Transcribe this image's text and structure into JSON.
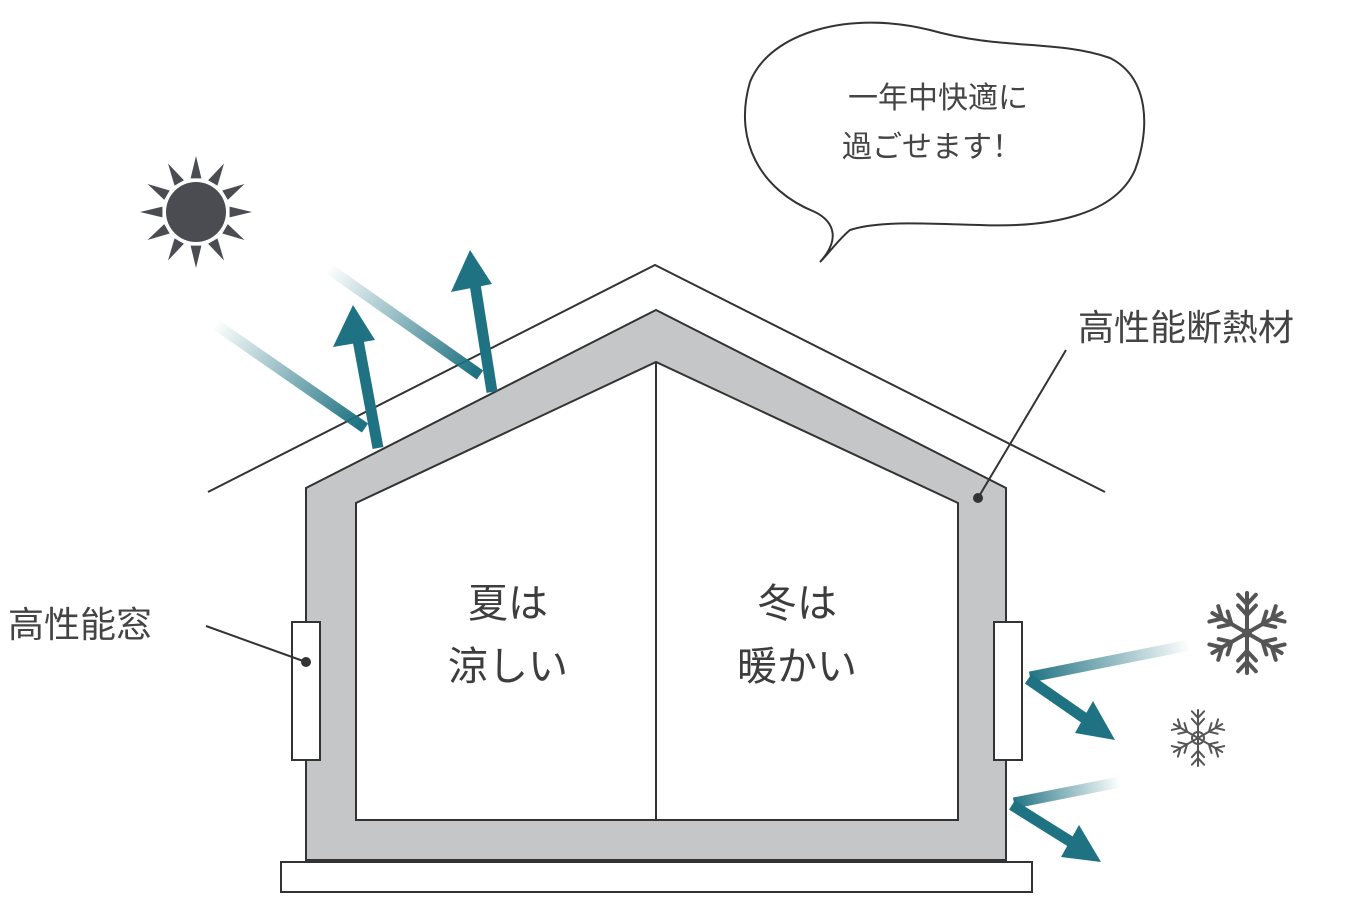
{
  "speech_bubble": {
    "line1": "一年中快適に",
    "line2": "過ごせます！"
  },
  "labels": {
    "insulation": "高性能断熱材",
    "window": "高性能窓"
  },
  "rooms": {
    "summer": {
      "line1": "夏は",
      "line2": "涼しい"
    },
    "winter": {
      "line1": "冬は",
      "line2": "暖かい"
    }
  },
  "icons": {
    "sun": "sun-icon",
    "snowflake_large": "snowflake-icon",
    "snowflake_small": "snowflake-icon"
  },
  "colors": {
    "wall": "#c4c6c8",
    "line": "#333333",
    "arrow": "#1f7282",
    "sun": "#4a4c52",
    "snow": "#555555"
  }
}
